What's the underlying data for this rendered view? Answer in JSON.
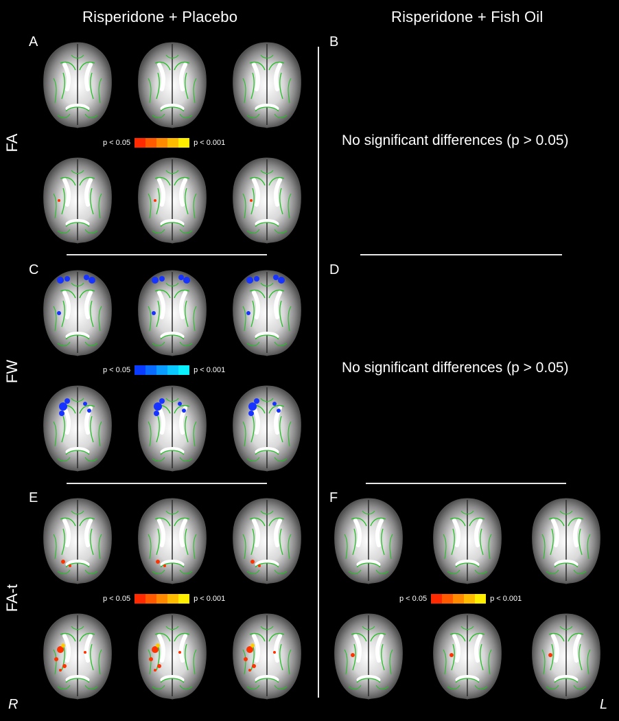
{
  "columns": [
    "Risperidone + Placebo",
    "Risperidone + Fish Oil"
  ],
  "rows": [
    "FA",
    "FW",
    "FA-t"
  ],
  "panels": [
    "A",
    "B",
    "C",
    "D",
    "E",
    "F"
  ],
  "no_diff_message": "No significant differences (p > 0.05)",
  "orientation": {
    "right": "R",
    "left": "L"
  },
  "colorbars": {
    "warm": {
      "low": "p < 0.05",
      "high": "p < 0.001",
      "colors": [
        "#ff2a00",
        "#ff5a00",
        "#ff8a00",
        "#ffbb00",
        "#ffee00"
      ]
    },
    "cool": {
      "low": "p < 0.05",
      "high": "p < 0.001",
      "colors": [
        "#0a3cff",
        "#0a6cff",
        "#0a9cff",
        "#0ac8ff",
        "#0af0ff"
      ]
    }
  },
  "colors": {
    "tract": "#22c025",
    "warm_blob": "#ff3300",
    "cool_blob": "#1733ff"
  }
}
